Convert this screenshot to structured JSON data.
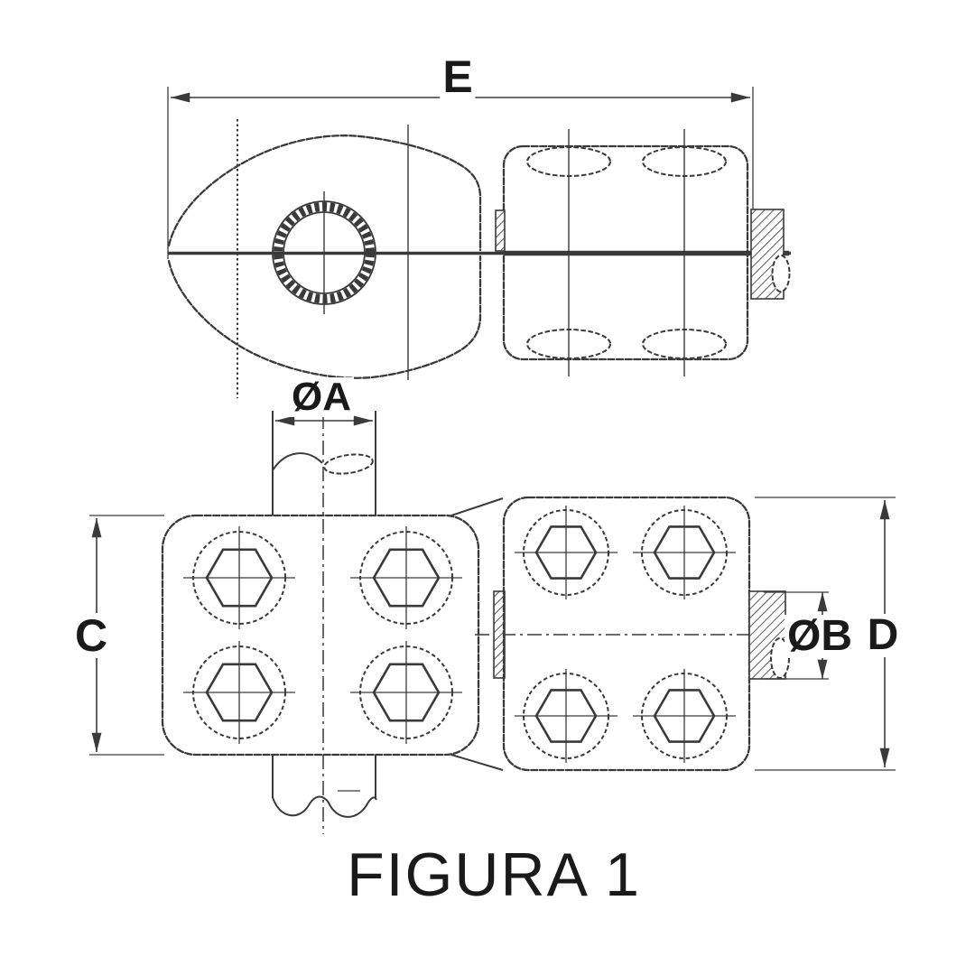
{
  "figure": {
    "caption": "FIGURA 1",
    "dimension_labels": {
      "e": "E",
      "a": "ØA",
      "c": "C",
      "b": "ØB",
      "d": "D"
    },
    "colors": {
      "line": "#3a3a3a",
      "text": "#1a1a1a",
      "background": "#ffffff"
    }
  }
}
